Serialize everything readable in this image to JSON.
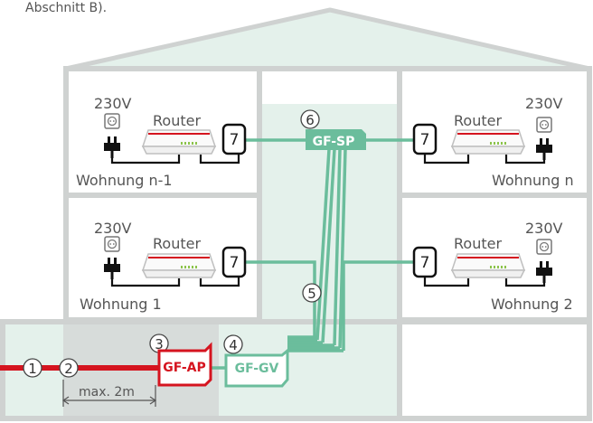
{
  "header_text": "Abschnitt B).",
  "voltage_label": "230V",
  "router_label": "Router",
  "device_number": "7",
  "apartments": {
    "top_left": "Wohnung n-1",
    "top_right": "Wohnung n",
    "middle_left": "Wohnung 1",
    "middle_right": "Wohnung 2"
  },
  "components": {
    "gf_sp": {
      "number": "6",
      "label": "GF-SP"
    },
    "gf_gv": {
      "number": "4",
      "label": "GF-GV"
    },
    "gf_ap": {
      "number": "3",
      "label": "GF-AP"
    },
    "riser": {
      "number": "5"
    },
    "point_1": {
      "number": "1"
    },
    "point_2": {
      "number": "2"
    }
  },
  "distance_label": "max. 2m",
  "colors": {
    "fiber_green": "#6bbd9c",
    "fiber_red": "#d5141f",
    "shaft_fill": "#e4f1eb",
    "basement_gray": "#d7dcda",
    "wall_gray": "#cfd2d1"
  }
}
